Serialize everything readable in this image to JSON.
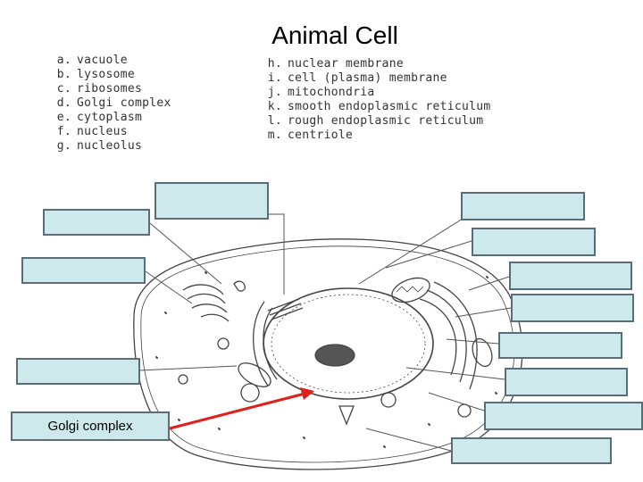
{
  "title": "Animal Cell",
  "legend_left": [
    {
      "letter": "a.",
      "term": "vacuole"
    },
    {
      "letter": "b.",
      "term": "lysosome"
    },
    {
      "letter": "c.",
      "term": "ribosomes"
    },
    {
      "letter": "d.",
      "term": "Golgi complex"
    },
    {
      "letter": "e.",
      "term": "cytoplasm"
    },
    {
      "letter": "f.",
      "term": "nucleus"
    },
    {
      "letter": "g.",
      "term": "nucleolus"
    }
  ],
  "legend_right": [
    {
      "letter": "h.",
      "term": "nuclear membrane"
    },
    {
      "letter": "i.",
      "term": "cell (plasma) membrane"
    },
    {
      "letter": "j.",
      "term": "mitochondria"
    },
    {
      "letter": "k.",
      "term": "smooth endoplasmic reticulum"
    },
    {
      "letter": "l.",
      "term": "rough endoplasmic reticulum"
    },
    {
      "letter": "m.",
      "term": "centriole"
    }
  ],
  "answer_boxes": {
    "top_center": "",
    "left_1": "",
    "left_2": "",
    "left_3": "",
    "left_4": "Golgi complex",
    "right_1": "",
    "right_2": "",
    "right_3": "",
    "right_4": "",
    "right_5": "",
    "right_6": "",
    "right_7": "",
    "right_8": ""
  },
  "colors": {
    "box_fill": "#cde9eb",
    "box_border": "#5b6d78",
    "arrow": "#e0201a"
  }
}
